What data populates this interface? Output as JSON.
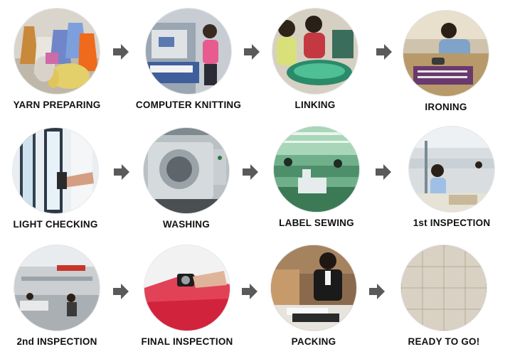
{
  "steps": [
    {
      "label": "YARN PREPARING",
      "icon": "yarn-cones-photo"
    },
    {
      "label": "COMPUTER KNITTING",
      "icon": "knitting-machine-photo"
    },
    {
      "label": "LINKING",
      "icon": "linking-machine-photo"
    },
    {
      "label": "IRONING",
      "icon": "ironing-photo"
    },
    {
      "label": "LIGHT CHECKING",
      "icon": "light-checking-photo"
    },
    {
      "label": "WASHING",
      "icon": "washing-machine-photo"
    },
    {
      "label": "LABEL SEWING",
      "icon": "sewing-workshop-photo"
    },
    {
      "label": "1st INSPECTION",
      "icon": "inspection-workshop-photo"
    },
    {
      "label": "2nd INSPECTION",
      "icon": "factory-floor-photo"
    },
    {
      "label": "FINAL INSPECTION",
      "icon": "magnifier-inspection-photo"
    },
    {
      "label": "PACKING",
      "icon": "packing-photo"
    },
    {
      "label": "READY TO GO!",
      "icon": "carton-boxes-photo"
    }
  ],
  "arrow": {
    "icon": "right-arrow-icon",
    "color": "#5a5a5a"
  }
}
